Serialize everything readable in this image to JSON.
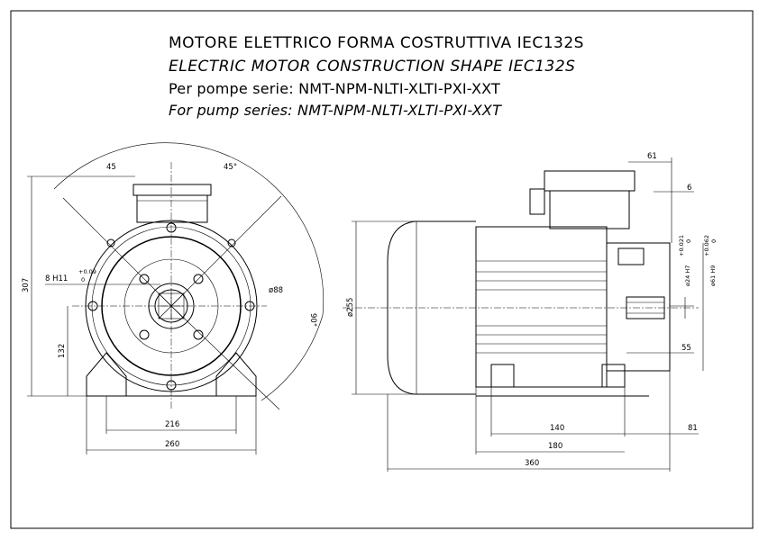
{
  "title": {
    "line1": "MOTORE ELETTRICO FORMA COSTRUTTIVA IEC132S",
    "line2": "ELECTRIC MOTOR CONSTRUCTION SHAPE IEC132S",
    "line3": "Per pompe serie: NMT-NPM-NLTI-XLTI-PXI-XXT",
    "line4": "For pump series: NMT-NPM-NLTI-XLTI-PXI-XXT"
  },
  "front_view": {
    "angle_left": "45",
    "angle_right": "45°",
    "angle_arc": "90°",
    "height_total": "307",
    "shaft_height": "132",
    "keyway": "8 H11",
    "keyway_tol_upper": "+0.09",
    "keyway_tol_lower": "0",
    "bore": "ø88",
    "feet_span": "216",
    "base_width": "260"
  },
  "side_view": {
    "flange_diameter": "ø255",
    "terminal_offset": "61",
    "tip": "6",
    "shaft_diameter": "ø24 H7",
    "shaft_tol_upper": "+0.021",
    "shaft_tol_lower": "0",
    "pilot_diameter": "ø61 H9",
    "pilot_tol_upper": "+0.062",
    "pilot_tol_lower": "0",
    "shaft_length": "55",
    "foot_spacing": "140",
    "foot_to_flange": "81",
    "foot_length": "180",
    "overall_length": "360"
  }
}
